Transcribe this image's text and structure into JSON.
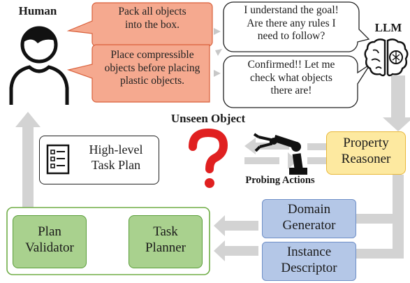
{
  "human": {
    "label": "Human",
    "messages": [
      {
        "lines": [
          "Pack all objects",
          "into the box."
        ]
      },
      {
        "lines": [
          "Place compressible",
          "objects before placing",
          "plastic objects."
        ]
      }
    ]
  },
  "llm": {
    "label": "LLM",
    "messages": [
      {
        "lines": [
          "I understand the goal!",
          "Are there any rules I",
          "need to follow?"
        ]
      },
      {
        "lines": [
          "Confirmed!! Let me",
          "check what objects",
          "there are!"
        ]
      }
    ]
  },
  "unseen_object": {
    "label": "Unseen Object",
    "icon": "question-mark-icon"
  },
  "probing": {
    "label": "Probing Actions",
    "icon": "robot-arm-icon"
  },
  "task_plan": {
    "lines": [
      "High-level",
      "Task Plan"
    ],
    "icon": "checklist-icon"
  },
  "property_reasoner": {
    "lines": [
      "Property",
      "Reasoner"
    ]
  },
  "domain_generator": {
    "lines": [
      "Domain",
      "Generator"
    ]
  },
  "instance_descriptor": {
    "lines": [
      "Instance",
      "Descriptor"
    ]
  },
  "plan_validator": {
    "lines": [
      "Plan",
      "Validator"
    ]
  },
  "task_planner": {
    "lines": [
      "Task",
      "Planner"
    ]
  },
  "colors": {
    "human_bubble_fill": "#f5a98f",
    "human_bubble_stroke": "#d9603b",
    "reasoner_fill": "#fde9a0",
    "reasoner_stroke": "#e8b73a",
    "module_fill": "#b4c7e7",
    "module_stroke": "#6f8fc7",
    "planner_fill": "#a9d18e",
    "planner_stroke": "#5a9e3a",
    "arrow": "#d3d3d3",
    "question": "#e02020"
  }
}
